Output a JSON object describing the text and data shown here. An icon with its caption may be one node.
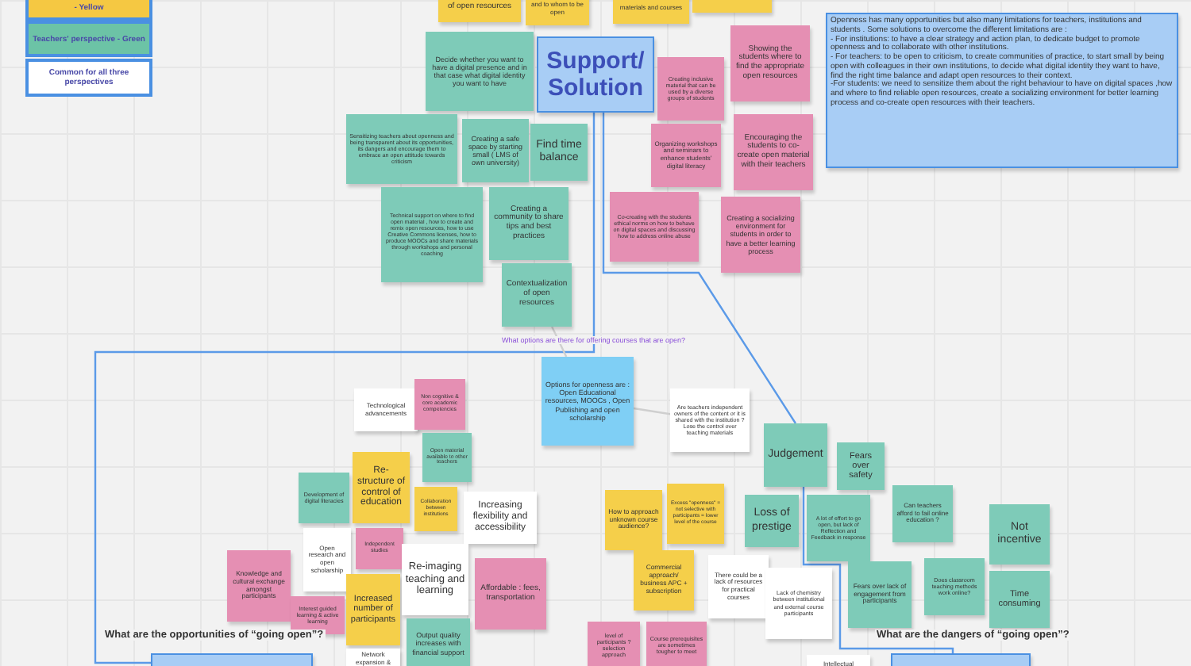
{
  "diagram": {
    "nodes": [
      {
        "text": [
          "of open resources"
        ]
      },
      {
        "text": [
          "and to whom to be open"
        ]
      },
      {
        "text": [
          "materials and courses"
        ]
      },
      {
        "text": [],
        "shape": "box"
      },
      {
        "text": [
          "Support/ Solution"
        ]
      },
      {
        "text": [
          "Decide whether you want to have a digital presence and in that case what digital identity you want to have"
        ]
      },
      {
        "text": [
          "Sensitizing teachers about openness and being transparent about its opportunities, its dangers and encourage them to embrace an open attitude towards criticism"
        ]
      },
      {
        "text": [
          "Creating a safe space by starting small ( LMS of own university)"
        ]
      },
      {
        "text": [
          "Find time balance"
        ]
      },
      {
        "text": [
          "Technical support on where to find open material , how to create and remix open resources, how to use Creative Commons licenses, how to produce MOOCs and share materials through workshops and personal coaching"
        ]
      },
      {
        "text": [
          "Creating a community to share tips and best practices"
        ]
      },
      {
        "text": [
          "Contextualization of open resources"
        ]
      },
      {
        "text": [
          "Creating inclusive material that can be used by a diverse groups of students"
        ]
      },
      {
        "text": [
          "Showing the students where to find the appropriate open resources"
        ]
      },
      {
        "text": [
          "Organizing workshops and seminars to enhance students' digital literacy"
        ]
      },
      {
        "text": [
          "Encouraging the students to co-create open material with their teachers"
        ]
      },
      {
        "text": [
          "Co-creating with the students ethical norms on how to behave on digital spaces and discussing how to address online abuse"
        ]
      },
      {
        "text": [
          "Creating a socializing environment for students in order to have a better learning process"
        ]
      },
      {
        "text": [
          "Openness has many opportunities but also many limitations for teachers, institutions and students . Some solutions to overcome the different limitations are :",
          "- For institutions: to have a clear strategy and action plan, to dedicate budget to promote openness and to collaborate with other institutions.",
          "- For teachers: to be open to criticism, to create communities of practice, to start small by being open with colleagues in their own institutions, to decide what digital identity they want to have, find the right time balance and adapt open resources to their context.",
          "-For students: we need to sensitize them about the right behaviour to have on digital spaces ,how and where to find reliable open resources, create a socializing environment for better learning process and co-create open resources with their teachers."
        ]
      },
      {
        "text": [
          "Options for openness are : Open Educational resources, MOOCs , Open Publishing and open scholarship"
        ]
      },
      {
        "text": [
          "Are teachers independent owners of the content or it is shared with the institution ? Lose the control over teaching materials"
        ]
      },
      {
        "text": [
          "Technological advancements"
        ]
      },
      {
        "text": [
          "Non cognitive & core academic competencies"
        ]
      },
      {
        "text": [
          "Open material available to other teachers"
        ]
      },
      {
        "text": [
          "Re-structure of control of education"
        ]
      },
      {
        "text": [
          "Development of digital literacies"
        ]
      },
      {
        "text": [
          "Collaboration between institutions"
        ]
      },
      {
        "text": [
          "Increasing flexibility and accessibility"
        ]
      },
      {
        "text": [
          "Independent studies"
        ]
      },
      {
        "text": [
          "Open research and open scholarship"
        ]
      },
      {
        "text": [
          "Knowledge and cultural exchange amongst participants"
        ]
      },
      {
        "text": [
          "Judgement"
        ]
      },
      {
        "text": [
          "Fears over safety"
        ]
      },
      {
        "text": [
          "How to approach unknown course audience?"
        ]
      },
      {
        "text": [
          "Excess \"openness\" = not selective with participants = lower level of the course"
        ]
      },
      {
        "text": [
          "Loss of prestige"
        ]
      },
      {
        "text": [
          "A lot of effort to go open, but lack of Reflection and Feedback in response"
        ]
      },
      {
        "text": [
          "Can teachers afford to fail online education ?"
        ]
      },
      {
        "text": [
          "Not incentive"
        ]
      },
      {
        "text": [
          "Interest guided learning & active learning"
        ]
      },
      {
        "text": [
          "Increased number of participants"
        ]
      },
      {
        "text": [
          "Re-imaging teaching and learning"
        ]
      },
      {
        "text": [
          "Affordable : fees, transportation"
        ]
      },
      {
        "text": [
          "Commercial approach/ business APC + subscription"
        ]
      },
      {
        "text": [
          "There could be a lack of resources for practical courses"
        ]
      },
      {
        "text": [
          "Lack of chemistry between institutional and external course participants"
        ]
      },
      {
        "text": [
          "Fears over lack of engagement from participants"
        ]
      },
      {
        "text": [
          "Does classroom teaching methods work online?"
        ]
      },
      {
        "text": [
          "Time consuming"
        ]
      },
      {
        "text": [
          "Output quality increases with financial support"
        ]
      },
      {
        "text": [
          "Network expansion &"
        ]
      },
      {
        "text": [
          "level of participants ? selection approach"
        ]
      },
      {
        "text": [
          "Course prerequisites are sometimes tougher to meet"
        ]
      },
      {
        "text": [
          "Intellectual"
        ]
      },
      {
        "text": [],
        "shape": "box"
      },
      {
        "text": [],
        "shape": "box"
      }
    ],
    "edges": [
      {
        "from": 4,
        "to": 54,
        "arrow": "none"
      },
      {
        "from": 4,
        "to": 31,
        "arrow": "none"
      },
      {
        "from": 31,
        "to": 55,
        "arrow": "none"
      },
      {
        "from": 11,
        "to": 19,
        "arrow": "none",
        "color": "#cfcfcf"
      },
      {
        "from": 19,
        "to": 20,
        "arrow": "none",
        "color": "#cfcfcf"
      }
    ],
    "labels": [
      "What options are there for offering courses that are open?",
      "What are the opportunities of “going open”?",
      "What are the dangers of “going open”?"
    ],
    "legend": [
      {
        "text": "- Yellow",
        "color": "#f5c842"
      },
      {
        "text": "Teachers' perspective - Green",
        "color": "#6cc3a6"
      },
      {
        "text": "Common for all three perspectives",
        "color": "#ffffff"
      }
    ]
  }
}
